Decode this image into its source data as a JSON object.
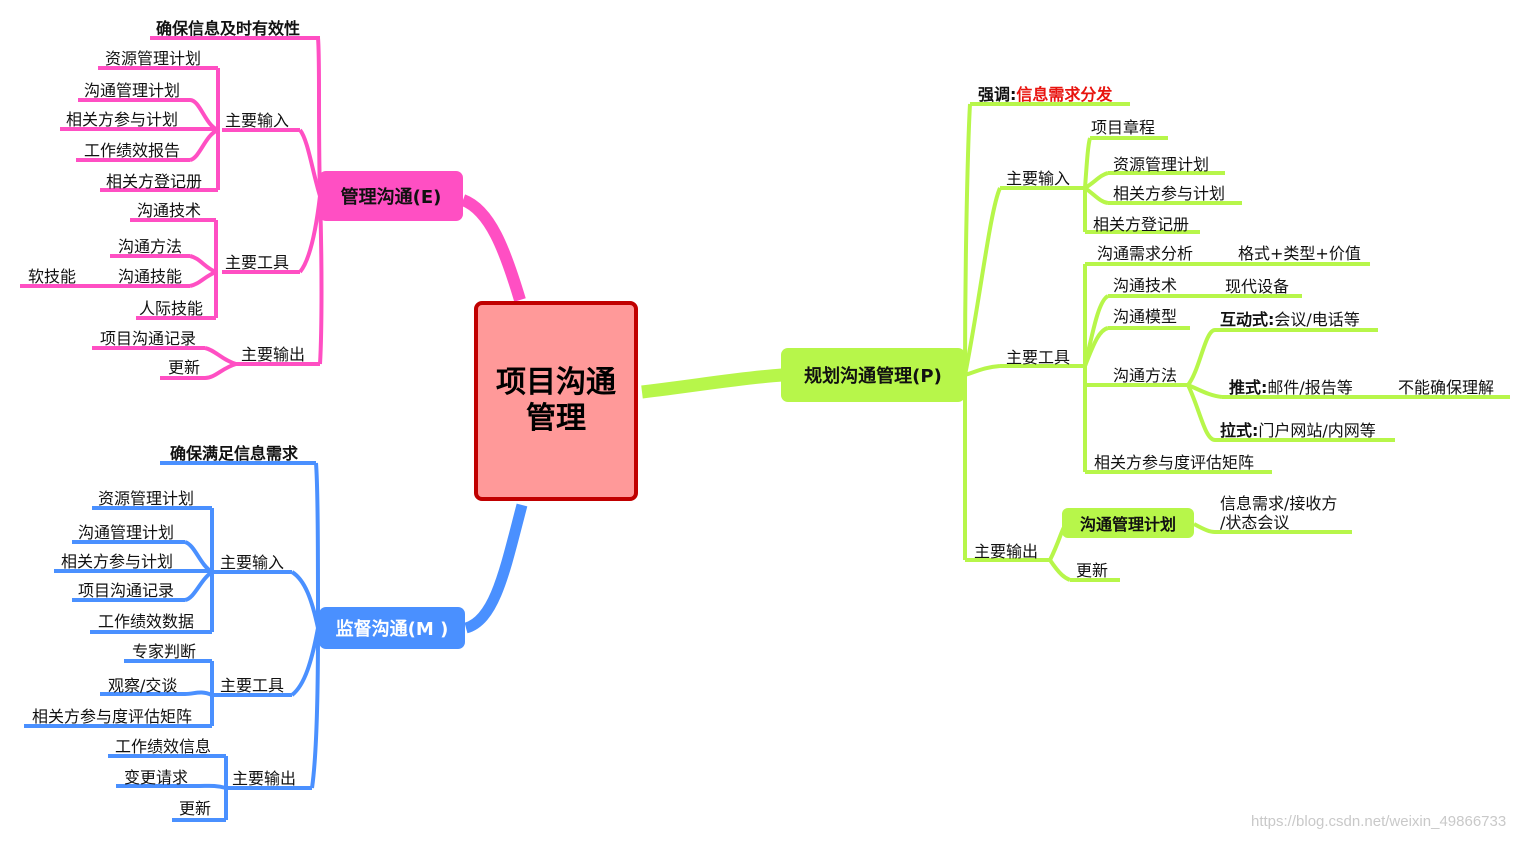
{
  "center": {
    "line1": "项目沟通",
    "line2": "管理"
  },
  "colors": {
    "pink": "#ff4fc3",
    "blue": "#4a90ff",
    "green": "#b7f64a",
    "center_fill": "#ff9999",
    "center_border": "#c00000",
    "emphasis": "#e8140f"
  },
  "manage": {
    "title": "管理沟通(E)",
    "ensure": "确保信息及时有效性",
    "inputs_label": "主要输入",
    "inputs": [
      "资源管理计划",
      "沟通管理计划",
      "相关方参与计划",
      "工作绩效报告",
      "相关方登记册"
    ],
    "tools_label": "主要工具",
    "tools": [
      "沟通技术",
      "沟通方法",
      "沟通技能",
      "人际技能"
    ],
    "soft_skill": "软技能",
    "outputs_label": "主要输出",
    "outputs": [
      "项目沟通记录",
      "更新"
    ]
  },
  "monitor": {
    "title": "监督沟通(M )",
    "ensure": "确保满足信息需求",
    "inputs_label": "主要输入",
    "inputs": [
      "资源管理计划",
      "沟通管理计划",
      "相关方参与计划",
      "项目沟通记录",
      "工作绩效数据"
    ],
    "tools_label": "主要工具",
    "tools": [
      "专家判断",
      "观察/交谈",
      "相关方参与度评估矩阵"
    ],
    "outputs_label": "主要输出",
    "outputs": [
      "工作绩效信息",
      "变更请求",
      "更新"
    ]
  },
  "plan": {
    "title": "规划沟通管理(P)",
    "emphasis_prefix": "强调:",
    "emphasis": "信息需求分发",
    "inputs_label": "主要输入",
    "inputs": [
      "项目章程",
      "资源管理计划",
      "相关方参与计划",
      "相关方登记册"
    ],
    "tools_label": "主要工具",
    "tools": {
      "analysis": "沟通需求分析",
      "analysis_detail": "格式+类型+价值",
      "tech": "沟通技术",
      "tech_detail": "现代设备",
      "model": "沟通模型",
      "method": "沟通方法",
      "interactive_bold": "互动式:",
      "interactive_rest": "会议/电话等",
      "push_bold": "推式:",
      "push_rest": "邮件/报告等",
      "push_note": "不能确保理解",
      "pull_bold": "拉式:",
      "pull_rest": "门户网站/内网等",
      "matrix": "相关方参与度评估矩阵"
    },
    "outputs_label": "主要输出",
    "outputs": {
      "plan_node": "沟通管理计划",
      "plan_detail_1": "信息需求/接收方",
      "plan_detail_2": "/状态会议",
      "update": "更新"
    }
  },
  "watermark": "https://blog.csdn.net/weixin_49866733"
}
